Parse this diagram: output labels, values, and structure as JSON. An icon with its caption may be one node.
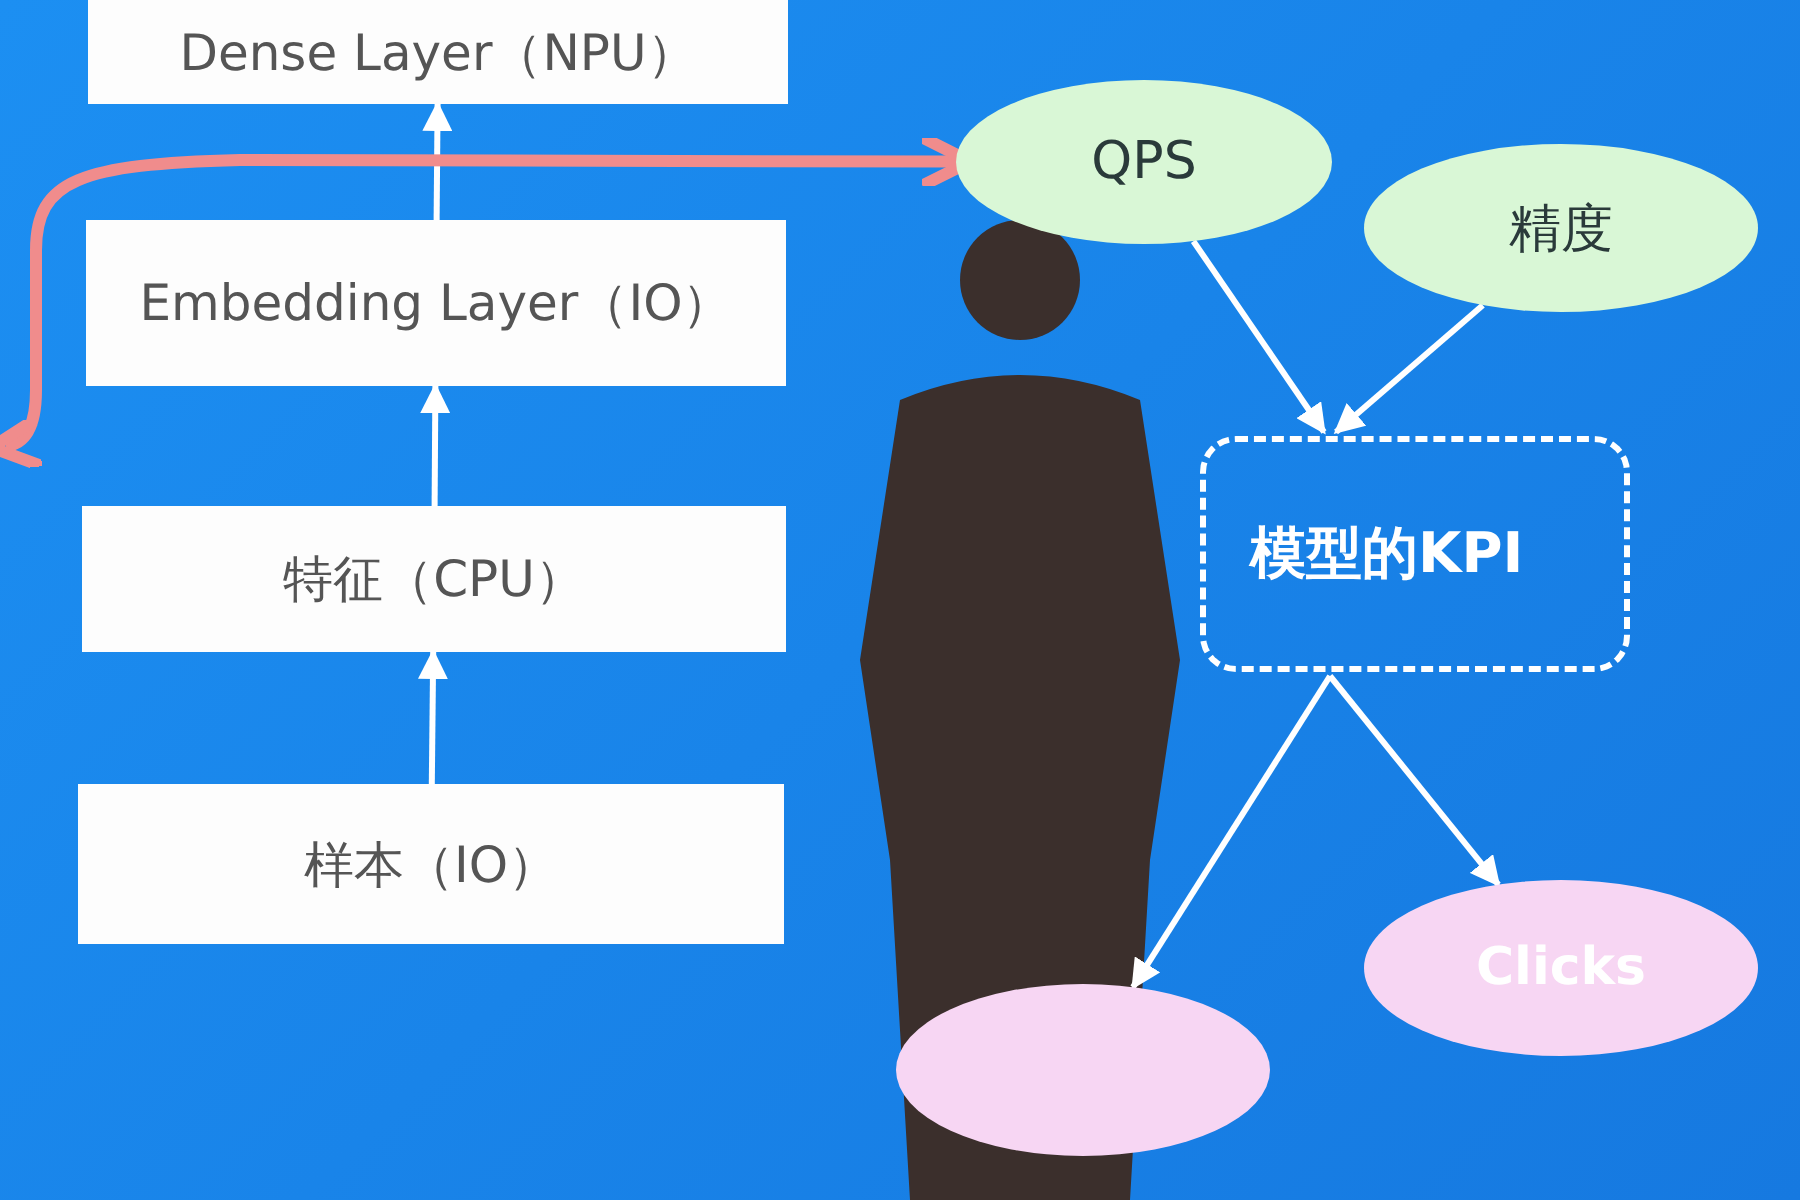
{
  "diagram": {
    "nodes": [
      {
        "text": [
          "Dense Layer（NPU）"
        ]
      },
      {
        "text": [
          "Embedding Layer（IO）"
        ]
      },
      {
        "text": [
          "特征（CPU）"
        ]
      },
      {
        "text": [
          "样本（IO）"
        ]
      },
      {
        "text": [
          "QPS"
        ]
      },
      {
        "text": [
          "精度"
        ]
      },
      {
        "text": [
          "模型的KPI"
        ]
      },
      {
        "text": [
          "Clicks"
        ]
      },
      {
        "text": [],
        "shape": "circle"
      }
    ],
    "edges": [
      {
        "from": 3,
        "to": 2,
        "arrow": "to"
      },
      {
        "from": 2,
        "to": 1,
        "arrow": "to"
      },
      {
        "from": 1,
        "to": 0,
        "arrow": "to"
      },
      {
        "from": 4,
        "to": 6,
        "arrow": "to"
      },
      {
        "from": 5,
        "to": 6,
        "arrow": "to"
      },
      {
        "from": 6,
        "to": 7,
        "arrow": "to"
      },
      {
        "from": 6,
        "to": 8,
        "arrow": "to"
      },
      {
        "from": null,
        "to": 4,
        "arrow": "both",
        "style": "thick",
        "color": "#f08c8c"
      }
    ]
  }
}
